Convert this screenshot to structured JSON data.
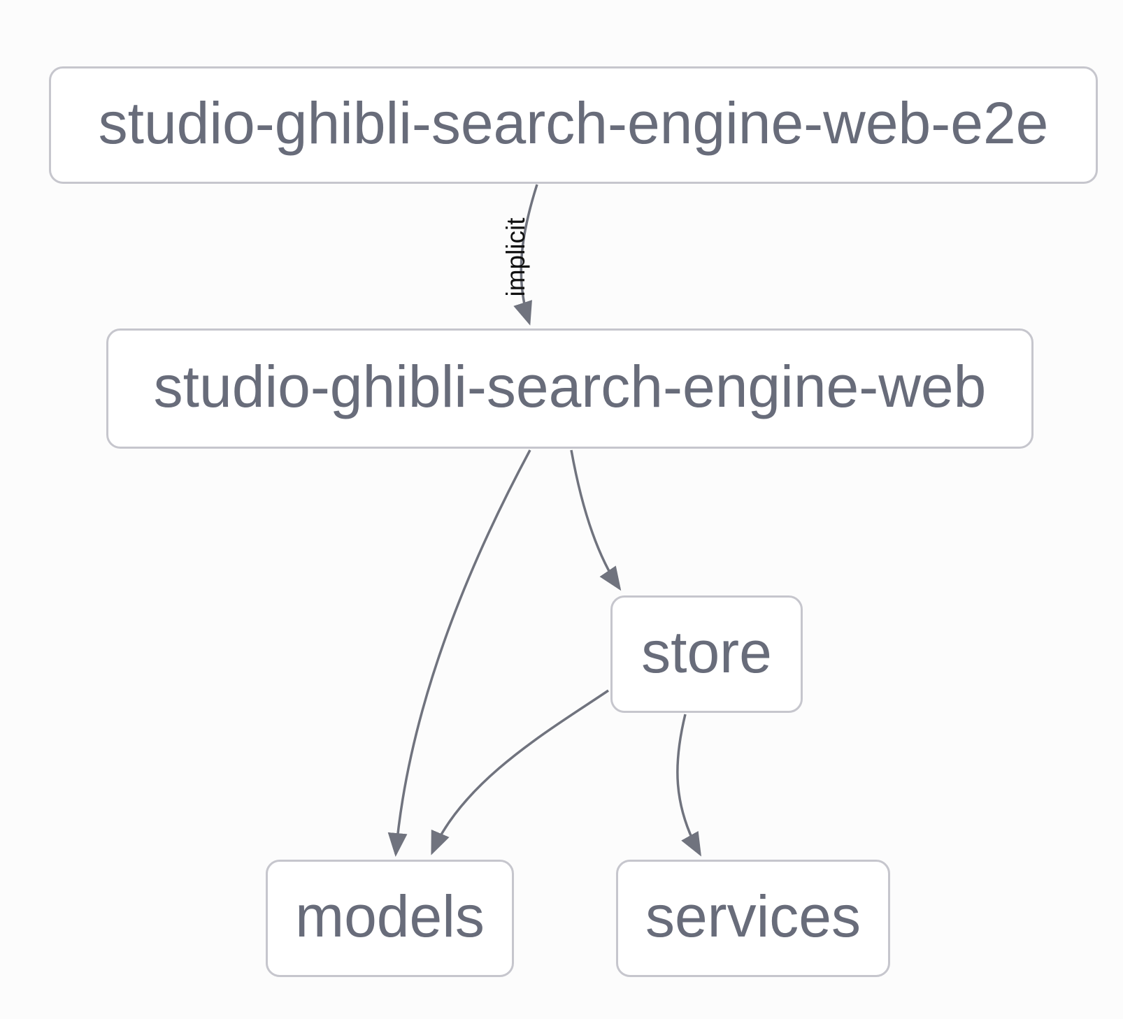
{
  "diagram": {
    "type": "dependency-graph",
    "nodes": [
      {
        "id": "studio-ghibli-search-engine-web-e2e",
        "label": "studio-ghibli-search-engine-web-e2e"
      },
      {
        "id": "studio-ghibli-search-engine-web",
        "label": "studio-ghibli-search-engine-web"
      },
      {
        "id": "store",
        "label": "store"
      },
      {
        "id": "models",
        "label": "models"
      },
      {
        "id": "services",
        "label": "services"
      }
    ],
    "edges": [
      {
        "source": "studio-ghibli-search-engine-web-e2e",
        "target": "studio-ghibli-search-engine-web",
        "label": "implicit"
      },
      {
        "source": "studio-ghibli-search-engine-web",
        "target": "models",
        "label": ""
      },
      {
        "source": "studio-ghibli-search-engine-web",
        "target": "store",
        "label": ""
      },
      {
        "source": "store",
        "target": "models",
        "label": ""
      },
      {
        "source": "store",
        "target": "services",
        "label": ""
      }
    ],
    "colors": {
      "background": "#fcfcfc",
      "node_fill": "#ffffff",
      "node_border": "#c6c6cd",
      "node_text": "#686c7a",
      "edge_stroke": "#70737e",
      "edge_label_text": "#111111"
    }
  }
}
